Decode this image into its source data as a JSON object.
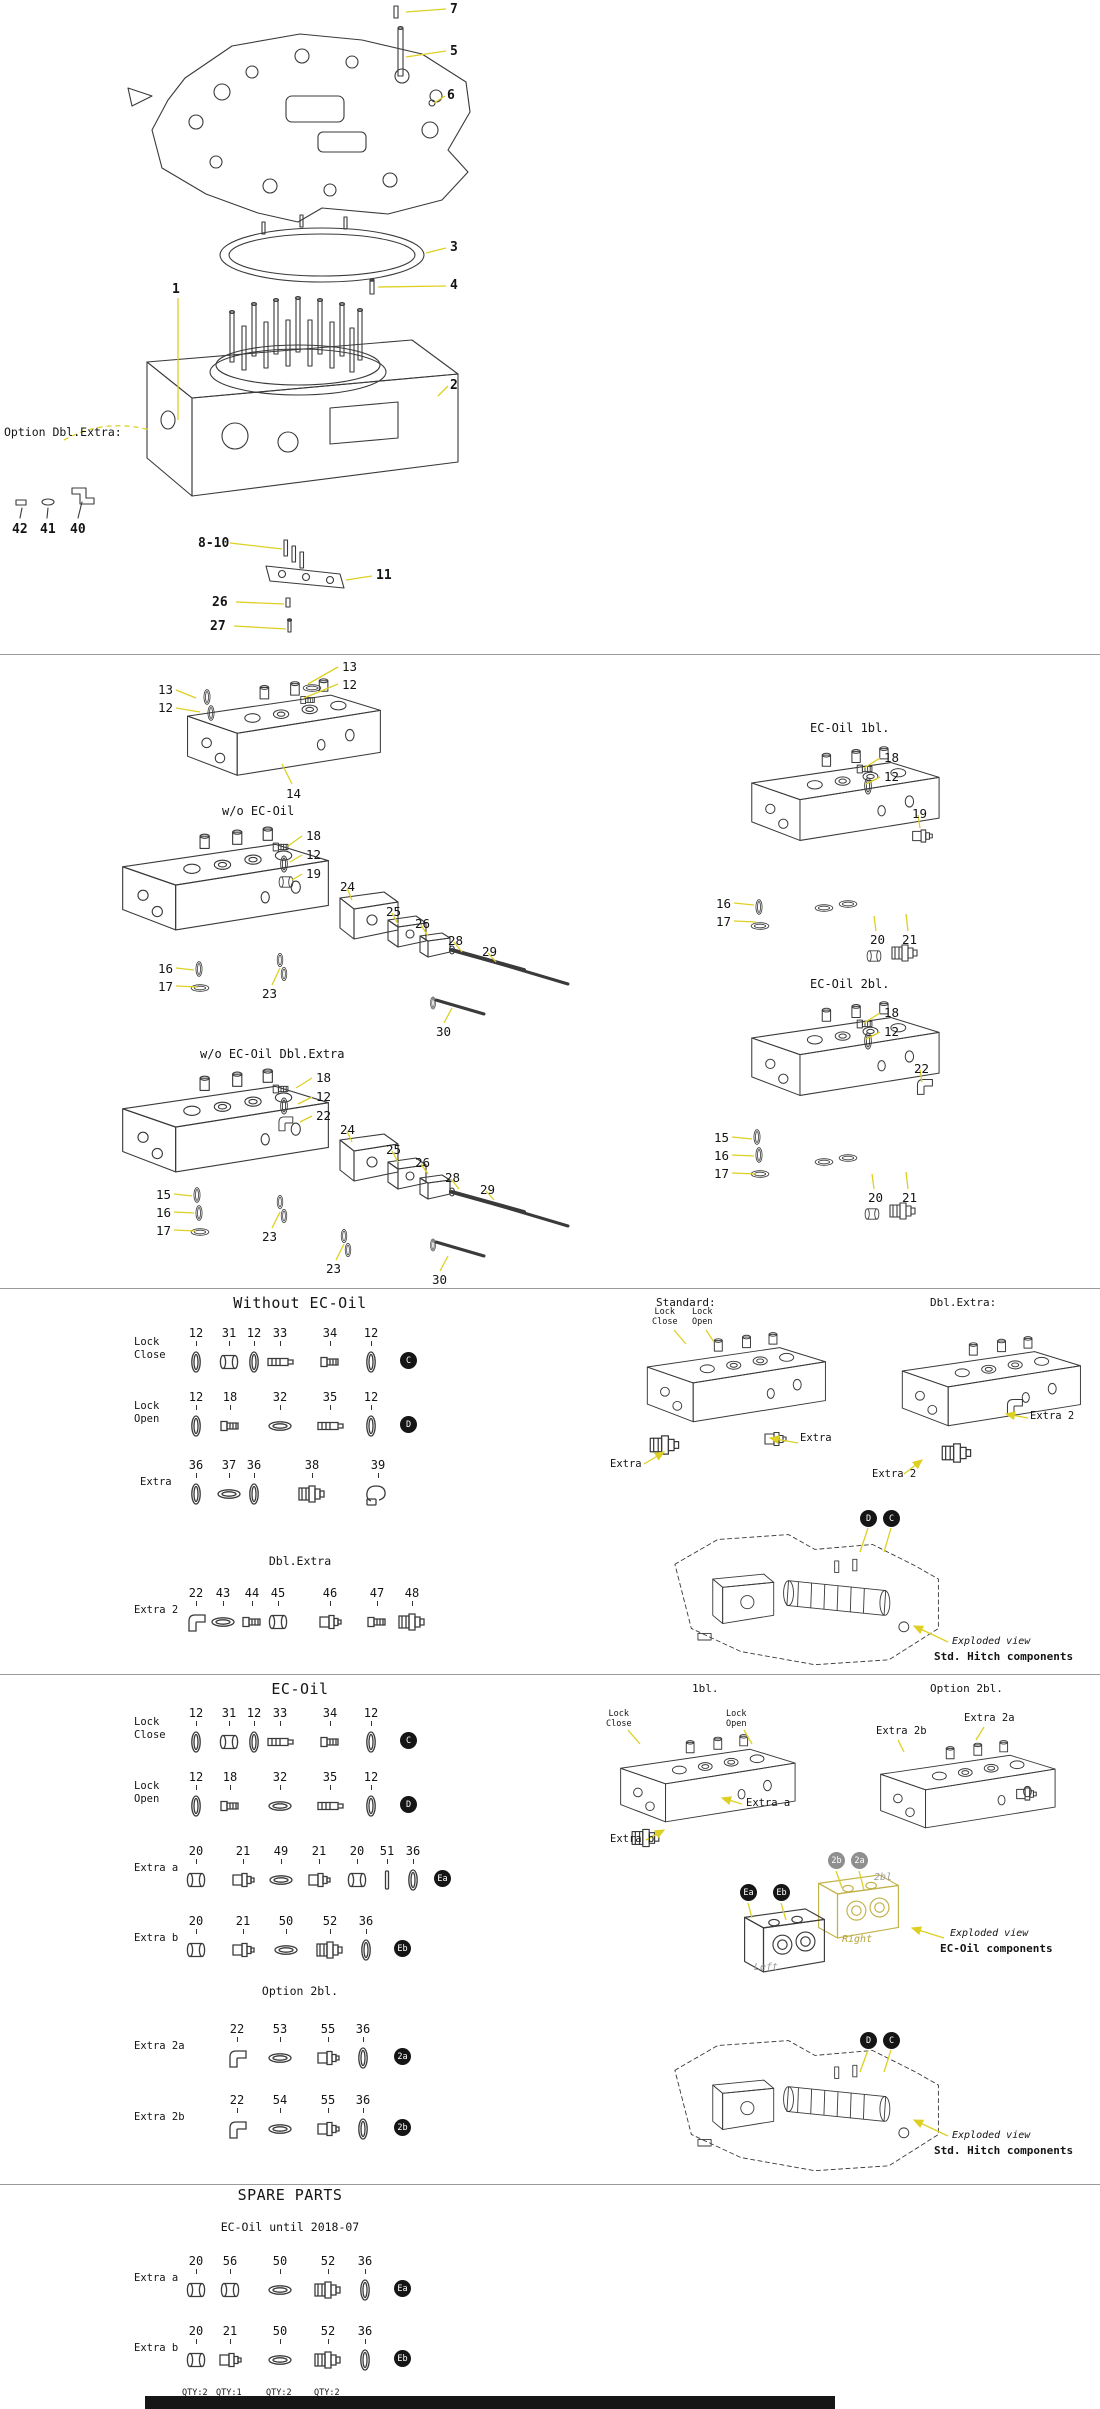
{
  "palette": {
    "leader_line": "#ddd023",
    "ink": "#3a3a3a",
    "badge": "#151515"
  },
  "top_assembly": {
    "option_label": "Option Dbl.Extra:",
    "callouts": [
      "7",
      "5",
      "6",
      "3",
      "4",
      "1",
      "2",
      "42",
      "41",
      "40",
      "8-10",
      "11",
      "26",
      "27"
    ]
  },
  "valve_views": {
    "block_main": {
      "callouts": [
        "13",
        "12",
        "13",
        "12",
        "14"
      ]
    },
    "wo_ecoil": {
      "title": "w/o EC-Oil",
      "callouts": [
        "18",
        "12",
        "19",
        "24",
        "25",
        "26",
        "28",
        "29",
        "16",
        "17",
        "23",
        "30"
      ]
    },
    "ecoil_1bl": {
      "title": "EC-Oil 1bl.",
      "callouts": [
        "18",
        "12",
        "19",
        "16",
        "17",
        "20",
        "21"
      ]
    },
    "wo_ecoil_dbl": {
      "title": "w/o EC-Oil Dbl.Extra",
      "callouts": [
        "18",
        "12",
        "22",
        "24",
        "25",
        "26",
        "28",
        "29",
        "15",
        "16",
        "17",
        "23",
        "23",
        "30"
      ]
    },
    "ecoil_2bl": {
      "title": "EC-Oil 2bl.",
      "callouts": [
        "18",
        "12",
        "22",
        "15",
        "16",
        "17",
        "20",
        "21"
      ]
    }
  },
  "without_ecoil": {
    "title": "Without EC-Oil",
    "subtitle_dbl": "Dbl.Extra",
    "rows": [
      {
        "label_lines": [
          "Lock",
          "Close"
        ],
        "badge": "C",
        "parts": [
          {
            "n": "12",
            "icon": "oring"
          },
          {
            "n": "31",
            "icon": "bushing"
          },
          {
            "n": "12",
            "icon": "oring"
          },
          {
            "n": "33",
            "icon": "cart"
          },
          {
            "n": "34",
            "icon": "plug"
          },
          {
            "n": "12",
            "icon": "oring"
          }
        ]
      },
      {
        "label_lines": [
          "Lock",
          "Open"
        ],
        "badge": "D",
        "parts": [
          {
            "n": "12",
            "icon": "oring"
          },
          {
            "n": "18",
            "icon": "plug"
          },
          {
            "n": "32",
            "icon": "seal"
          },
          {
            "n": "35",
            "icon": "cart"
          },
          {
            "n": "12",
            "icon": "oring"
          }
        ]
      },
      {
        "label_lines": [
          "Extra"
        ],
        "parts": [
          {
            "n": "36",
            "icon": "oring"
          },
          {
            "n": "37",
            "icon": "seal"
          },
          {
            "n": "36",
            "icon": "oring"
          },
          {
            "n": "38",
            "icon": "couplerlg"
          },
          {
            "n": "39",
            "icon": "loop"
          }
        ]
      },
      {
        "label_lines": [
          "Extra 2"
        ],
        "parts": [
          {
            "n": "22",
            "icon": "elbow"
          },
          {
            "n": "43",
            "icon": "seal"
          },
          {
            "n": "44",
            "icon": "plug"
          },
          {
            "n": "45",
            "icon": "bushing"
          },
          {
            "n": "46",
            "icon": "coupler"
          },
          {
            "n": "47",
            "icon": "plug"
          },
          {
            "n": "48",
            "icon": "couplerlg"
          }
        ]
      }
    ],
    "right": {
      "standard_title": "Standard:",
      "dbl_title": "Dbl.Extra:",
      "std_labels": {
        "lock_close": [
          "Lock",
          "Close"
        ],
        "lock_open": [
          "Lock",
          "Open"
        ],
        "extra_right": "Extra",
        "extra_left": "Extra"
      },
      "dbl_labels": {
        "extra2_right": "Extra 2",
        "extra2_bottom": "Extra 2"
      },
      "hitch": {
        "badges": [
          "D",
          "C"
        ],
        "caption_line1": "Exploded view",
        "caption_line2": "Std. Hitch components"
      }
    }
  },
  "ecoil": {
    "title": "EC-Oil",
    "subtitle_2bl": "Option 2bl.",
    "rows": [
      {
        "label_lines": [
          "Lock",
          "Close"
        ],
        "badge": "C",
        "parts": [
          {
            "n": "12",
            "icon": "oring"
          },
          {
            "n": "31",
            "icon": "bushing"
          },
          {
            "n": "12",
            "icon": "oring"
          },
          {
            "n": "33",
            "icon": "cart"
          },
          {
            "n": "34",
            "icon": "plug"
          },
          {
            "n": "12",
            "icon": "oring"
          }
        ]
      },
      {
        "label_lines": [
          "Lock",
          "Open"
        ],
        "badge": "D",
        "parts": [
          {
            "n": "12",
            "icon": "oring"
          },
          {
            "n": "18",
            "icon": "plug"
          },
          {
            "n": "32",
            "icon": "seal"
          },
          {
            "n": "35",
            "icon": "cart"
          },
          {
            "n": "12",
            "icon": "oring"
          }
        ]
      },
      {
        "label_lines": [
          "Extra a"
        ],
        "badge": "Ea",
        "parts": [
          {
            "n": "20",
            "icon": "bushing"
          },
          {
            "n": "21",
            "icon": "coupler"
          },
          {
            "n": "49",
            "icon": "seal"
          },
          {
            "n": "21",
            "icon": "coupler"
          },
          {
            "n": "20",
            "icon": "bushing"
          },
          {
            "n": "51",
            "icon": "pin"
          },
          {
            "n": "36",
            "icon": "oring"
          }
        ]
      },
      {
        "label_lines": [
          "Extra b"
        ],
        "badge": "Eb",
        "parts": [
          {
            "n": "20",
            "icon": "bushing"
          },
          {
            "n": "21",
            "icon": "coupler"
          },
          {
            "n": "50",
            "icon": "seal"
          },
          {
            "n": "52",
            "icon": "couplerlg"
          },
          {
            "n": "36",
            "icon": "oring"
          }
        ]
      },
      {
        "label_lines": [
          "Extra 2a"
        ],
        "badge": "2a",
        "parts": [
          {
            "n": "22",
            "icon": "elbow"
          },
          {
            "n": "53",
            "icon": "seal"
          },
          {
            "n": "55",
            "icon": "coupler"
          },
          {
            "n": "36",
            "icon": "oring"
          }
        ]
      },
      {
        "label_lines": [
          "Extra 2b"
        ],
        "badge": "2b",
        "parts": [
          {
            "n": "22",
            "icon": "elbow"
          },
          {
            "n": "54",
            "icon": "seal"
          },
          {
            "n": "55",
            "icon": "coupler"
          },
          {
            "n": "36",
            "icon": "oring"
          }
        ]
      }
    ],
    "right": {
      "title_1bl": "1bl.",
      "title_2bl": "Option 2bl.",
      "labels_1bl": {
        "lock_close": [
          "Lock",
          "Close"
        ],
        "lock_open": [
          "Lock",
          "Open"
        ],
        "extra_a": "Extra a",
        "extra_b": "Extra b"
      },
      "labels_2bl": {
        "extra_2b": "Extra 2b",
        "extra_2a": "Extra 2a"
      },
      "coupler": {
        "badges_top": [
          "2b",
          "2a"
        ],
        "badges_front": [
          "Ea",
          "Eb"
        ],
        "ghost_label": "2bl",
        "right_label": "Right",
        "left_label": "Left",
        "caption_line1": "Exploded view",
        "caption_line2": "EC-Oil components"
      },
      "hitch": {
        "badges": [
          "D",
          "C"
        ],
        "caption_line1": "Exploded view",
        "caption_line2": "Std. Hitch components"
      }
    }
  },
  "spare_parts": {
    "title": "SPARE PARTS",
    "subtitle": "EC-Oil until 2018-07",
    "rows": [
      {
        "label_lines": [
          "Extra a"
        ],
        "badge": "Ea",
        "parts": [
          {
            "n": "20",
            "icon": "bushing"
          },
          {
            "n": "56",
            "icon": "bushing"
          },
          {
            "n": "50",
            "icon": "seal"
          },
          {
            "n": "52",
            "icon": "couplerlg"
          },
          {
            "n": "36",
            "icon": "oring"
          }
        ]
      },
      {
        "label_lines": [
          "Extra b"
        ],
        "badge": "Eb",
        "parts": [
          {
            "n": "20",
            "icon": "bushing"
          },
          {
            "n": "21",
            "icon": "coupler"
          },
          {
            "n": "50",
            "icon": "seal"
          },
          {
            "n": "52",
            "icon": "couplerlg"
          },
          {
            "n": "36",
            "icon": "oring"
          }
        ]
      }
    ],
    "qty_labels": [
      "QTY:2",
      "QTY:1",
      "QTY:2",
      "QTY:2"
    ]
  }
}
